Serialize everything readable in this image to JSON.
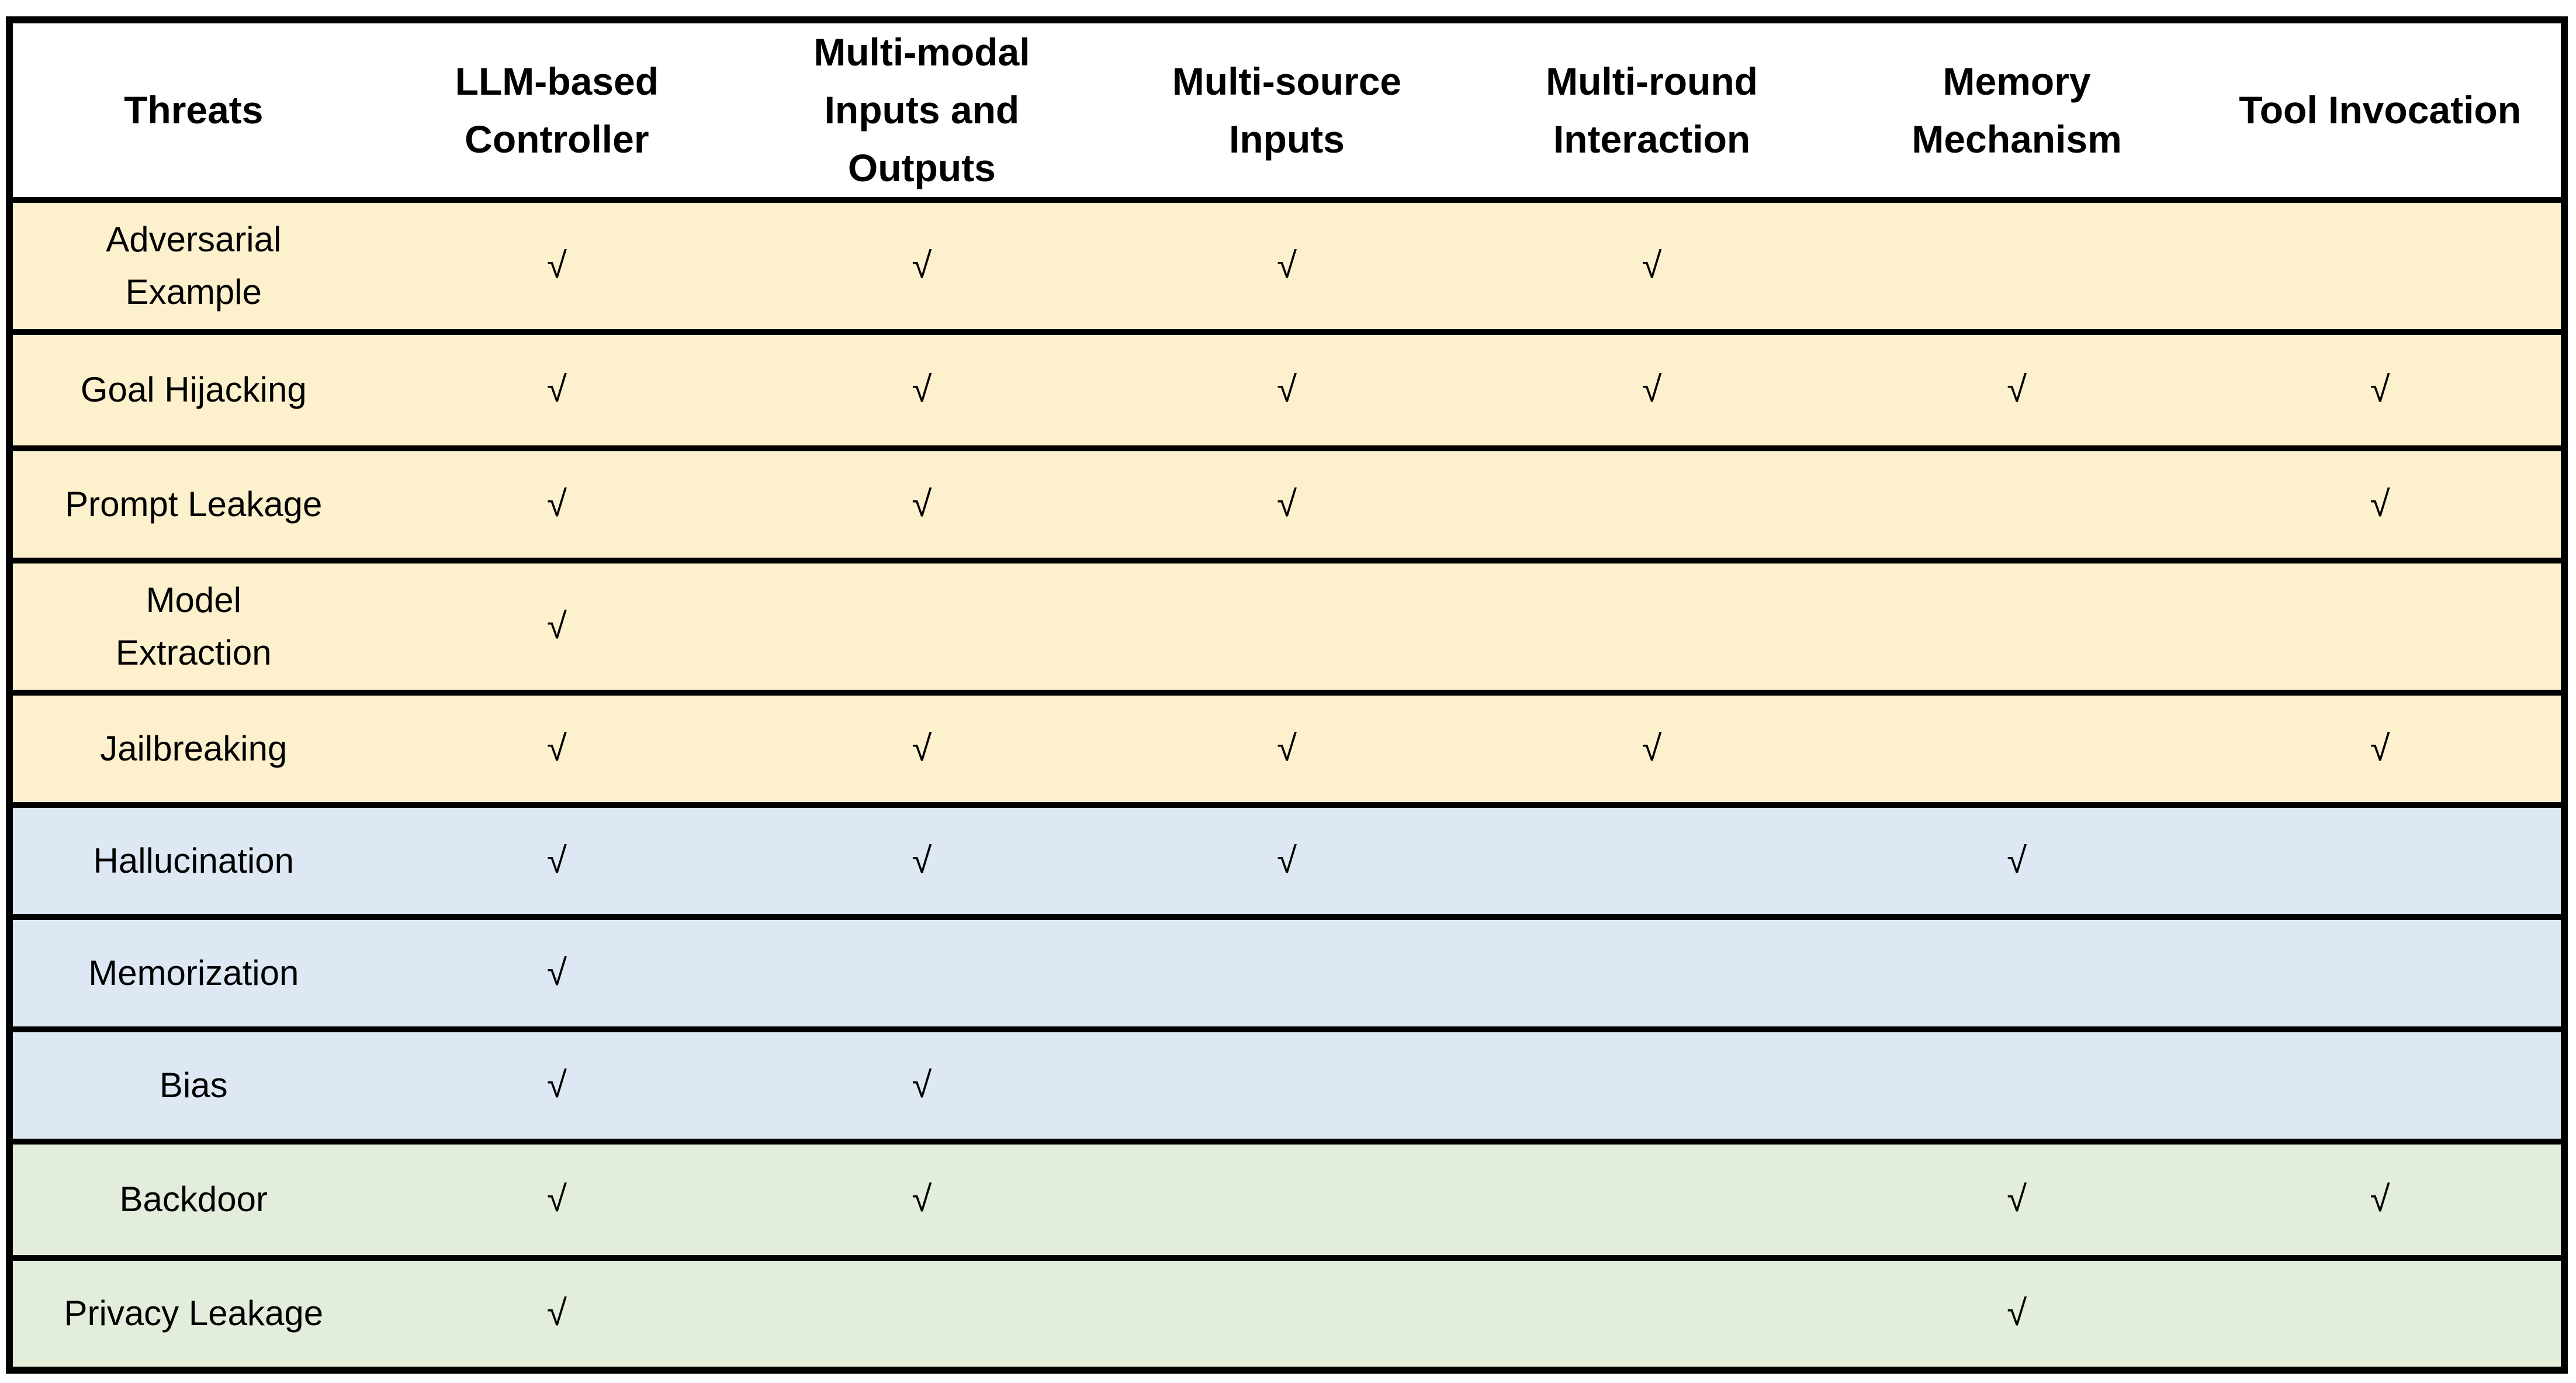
{
  "table": {
    "check_glyph": "√",
    "border_color": "#000000",
    "header_bg": "#FFFFFF",
    "group_colors": {
      "yellow": "#FCF1CC",
      "blue": "#DDE8F4",
      "green": "#E2EEDB"
    },
    "columns": [
      {
        "label": "Threats"
      },
      {
        "label": "LLM-based\nController"
      },
      {
        "label": "Multi-modal\nInputs and\nOutputs"
      },
      {
        "label": "Multi-source\nInputs"
      },
      {
        "label": "Multi-round\nInteraction"
      },
      {
        "label": "Memory\nMechanism"
      },
      {
        "label": "Tool Invocation"
      }
    ],
    "rows": [
      {
        "threat": "Adversarial\nExample",
        "group": "yellow",
        "checks": [
          "√",
          "√",
          "√",
          "√",
          "",
          ""
        ]
      },
      {
        "threat": "Goal Hijacking",
        "group": "yellow",
        "checks": [
          "√",
          "√",
          "√",
          "√",
          "√",
          "√"
        ]
      },
      {
        "threat": "Prompt Leakage",
        "group": "yellow",
        "checks": [
          "√",
          "√",
          "√",
          "",
          "",
          "√"
        ]
      },
      {
        "threat": "Model\nExtraction",
        "group": "yellow",
        "checks": [
          "√",
          "",
          "",
          "",
          "",
          ""
        ]
      },
      {
        "threat": "Jailbreaking",
        "group": "yellow",
        "checks": [
          "√",
          "√",
          "√",
          "√",
          "",
          "√"
        ]
      },
      {
        "threat": "Hallucination",
        "group": "blue",
        "checks": [
          "√",
          "√",
          "√",
          "",
          "√",
          ""
        ]
      },
      {
        "threat": "Memorization",
        "group": "blue",
        "checks": [
          "√",
          "",
          "",
          "",
          "",
          ""
        ]
      },
      {
        "threat": "Bias",
        "group": "blue",
        "checks": [
          "√",
          "√",
          "",
          "",
          "",
          ""
        ]
      },
      {
        "threat": "Backdoor",
        "group": "green",
        "checks": [
          "√",
          "√",
          "",
          "",
          "√",
          "√"
        ]
      },
      {
        "threat": "Privacy Leakage",
        "group": "green",
        "checks": [
          "√",
          "",
          "",
          "",
          "√",
          ""
        ]
      }
    ]
  }
}
